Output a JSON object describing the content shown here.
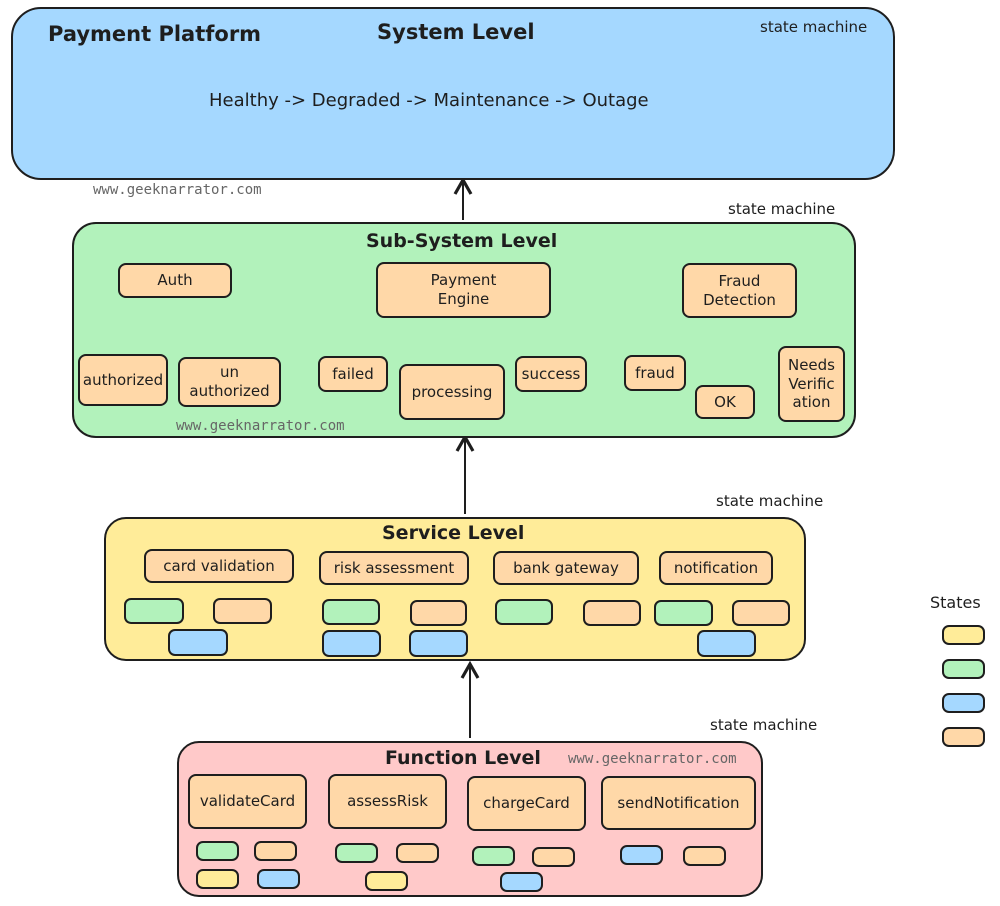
{
  "colors": {
    "system": "#a5d8ff",
    "subsystem": "#b2f2bb",
    "service": "#ffec99",
    "function": "#ffc9c9",
    "peach": "#ffd8a8",
    "green": "#b2f2bb",
    "blue": "#a5d8ff",
    "yellow": "#ffec99"
  },
  "system": {
    "platform": "Payment Platform",
    "title": "System Level",
    "state_machine": "state machine",
    "states": "Healthy -> Degraded -> Maintenance -> Outage",
    "watermark": "www.geeknarrator.com"
  },
  "subsystem": {
    "title": "Sub-System Level",
    "state_machine": "state machine",
    "watermark": "www.geeknarrator.com",
    "auth": {
      "label": "Auth",
      "states": [
        "authorized",
        "un authorized"
      ]
    },
    "payment": {
      "label": "Payment Engine",
      "states": [
        "failed",
        "processing",
        "success"
      ]
    },
    "fraud": {
      "label": "Fraud Detection",
      "states": [
        "fraud",
        "OK",
        "Needs Verification"
      ]
    }
  },
  "service": {
    "title": "Service Level",
    "state_machine": "state machine",
    "services": [
      "card validation",
      "risk assessment",
      "bank gateway",
      "notification"
    ]
  },
  "function": {
    "title": "Function Level",
    "state_machine": "state machine",
    "watermark": "www.geeknarrator.com",
    "functions": [
      "validateCard",
      "assessRisk",
      "chargeCard",
      "sendNotification"
    ]
  },
  "legend": {
    "title": "States",
    "swatches": [
      "yellow",
      "green",
      "blue",
      "peach"
    ]
  }
}
